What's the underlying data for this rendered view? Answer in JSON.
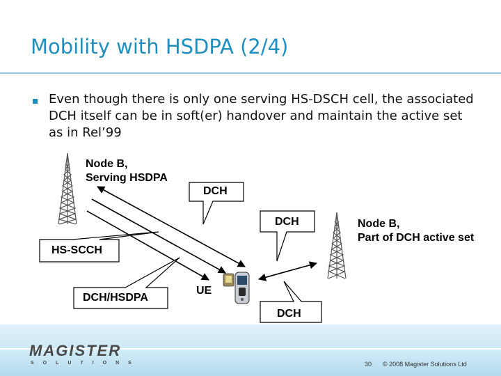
{
  "title": "Mobility with HSDPA (2/4)",
  "bullet": "Even though there is only one serving HS-DSCH cell, the associated DCH itself can be in soft(er) handover and maintain the active set as in Rel’99",
  "diagram": {
    "node_b_serving_line1": "Node B,",
    "node_b_serving_line2": "Serving HSDPA",
    "node_b_active_line1": "Node B,",
    "node_b_active_line2": "Part of DCH active set",
    "dch_callout_top": "DCH",
    "dch_callout_middle": "DCH",
    "dch_callout_bottom": "DCH",
    "hs_scch_callout": "HS-SCCH",
    "dch_hsdpa_callout": "DCH/HSDPA",
    "ue_label": "UE"
  },
  "footer": {
    "logo_main": "MAGISTER",
    "logo_sub": "SOLUTIONS",
    "page_number": "30",
    "copyright": "© 2008 Magister Solutions Ltd"
  },
  "colors": {
    "accent": "#1f8fbf",
    "footer_band": "#c4e4f4"
  }
}
